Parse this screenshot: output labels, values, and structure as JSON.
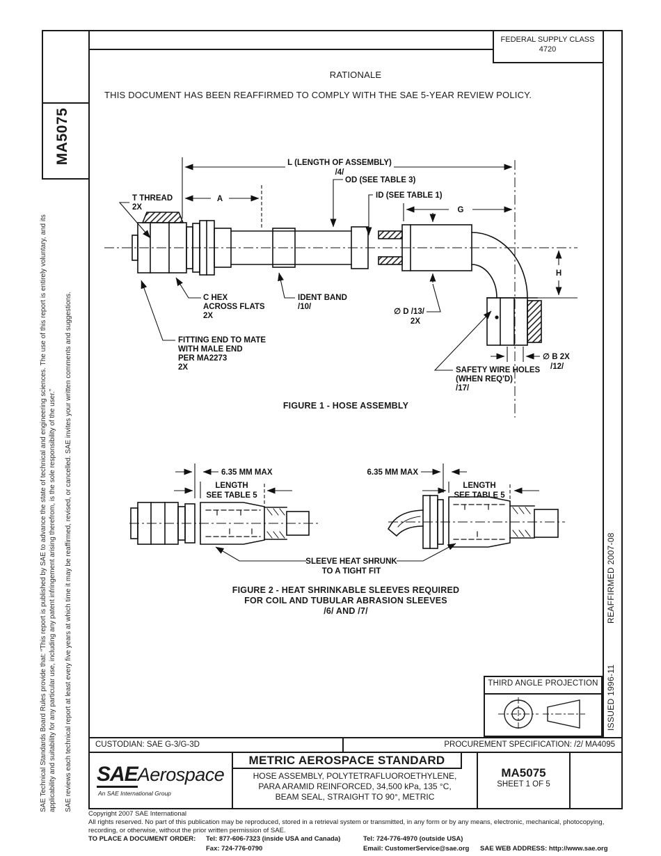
{
  "header": {
    "fsc_title": "FEDERAL SUPPLY CLASS",
    "fsc_code": "4720",
    "rationale_heading": "RATIONALE",
    "rationale_statement": "THIS DOCUMENT HAS BEEN REAFFIRMED TO COMPLY WITH THE SAE 5-YEAR REVIEW POLICY."
  },
  "left_margin": {
    "doc_number": "MA5075",
    "legal_para1": "SAE Technical Standards Board Rules provide that: “This report is published by SAE to advance the state of technical and engineering sciences. The use of this report is entirely voluntary, and its applicability and suitability for any particular use, including any patent infringement arising therefrom, is the sole responsibility of the user.”",
    "legal_para2": "SAE reviews each technical report at least every five years at which time it may be reaffirmed, revised, or cancelled. SAE invites your written comments and suggestions."
  },
  "right_margin": {
    "issued": "ISSUED 1996-11",
    "reaffirmed": "REAFFIRMED  2007-08"
  },
  "figure1": {
    "caption": "FIGURE 1 - HOSE ASSEMBLY",
    "labels": {
      "t_thread_1": "T THREAD",
      "t_thread_2": "2X",
      "dim_l": "L (LENGTH OF ASSEMBLY)",
      "dim_l_note": "/4/",
      "od": "OD (SEE TABLE 3)",
      "id": "ID (SEE TABLE 1)",
      "dim_a": "A",
      "dim_g": "G",
      "dim_h": "H",
      "c_hex_1": "C HEX",
      "c_hex_2": "ACROSS FLATS",
      "c_hex_3": "2X",
      "ident_1": "IDENT BAND",
      "ident_2": "/10/",
      "dia_d_1": "∅ D /13/",
      "dia_d_2": "2X",
      "fitting_1": "FITTING END TO MATE",
      "fitting_2": "WITH MALE END",
      "fitting_3": "PER MA2273",
      "fitting_4": "2X",
      "safety_1": "SAFETY WIRE HOLES",
      "safety_2": "(WHEN REQ'D)",
      "safety_3": "/17/",
      "dia_b_1": "∅ B 2X",
      "dia_b_2": "/12/"
    }
  },
  "figure2": {
    "caption_1": "FIGURE 2 - HEAT SHRINKABLE SLEEVES REQUIRED",
    "caption_2": "FOR COIL AND TUBULAR ABRASION SLEEVES",
    "caption_3": "/6/ AND /7/",
    "labels": {
      "max_left": "6.35 MM MAX",
      "max_right": "6.35 MM MAX",
      "len_left_1": "LENGTH",
      "len_left_2": "SEE TABLE 5",
      "len_right_1": "LENGTH",
      "len_right_2": "SEE TABLE 5",
      "sleeve_1": "SLEEVE HEAT SHRUNK",
      "sleeve_2": "TO A TIGHT FIT"
    }
  },
  "projection": {
    "title": "THIRD ANGLE PROJECTION"
  },
  "title_block": {
    "custodian": "CUSTODIAN: SAE G-3/G-3D",
    "procurement": "PROCUREMENT SPECIFICATION: /2/ MA4095",
    "logo_sae": "SAE",
    "logo_suffix": "Aerospace",
    "logo_tagline": "An SAE International Group",
    "standard_type": "METRIC AEROSPACE STANDARD",
    "title_1": "HOSE ASSEMBLY, POLYTETRAFLUOROETHYLENE,",
    "title_2": "PARA ARAMID REINFORCED, 34,500 kPa, 135 °C,",
    "title_3": "BEAM SEAL, STRAIGHT TO 90°, METRIC",
    "doc_number": "MA5075",
    "sheet": "SHEET 1 OF 5"
  },
  "footer": {
    "copyright_1": "Copyright 2007 SAE International",
    "copyright_2": "All rights reserved. No part of this publication may be reproduced, stored in a retrieval system or transmitted, in any form or by any means, electronic, mechanical, photocopying,",
    "copyright_3": "recording, or otherwise, without the prior written permission of SAE.",
    "order_label": "TO PLACE A DOCUMENT ORDER:",
    "tel_inside": "Tel: 877-606-7323 (inside USA and Canada)",
    "tel_outside": "Tel: 724-776-4970 (outside USA)",
    "fax": "Fax: 724-776-0790",
    "email": "Email:  CustomerService@sae.org",
    "web": "SAE WEB ADDRESS: http://www.sae.org"
  }
}
